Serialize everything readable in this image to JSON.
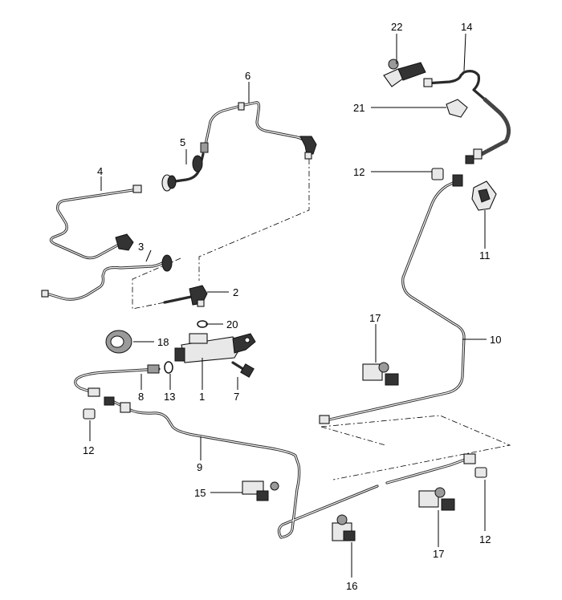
{
  "callouts": [
    {
      "id": "c1",
      "text": "1"
    },
    {
      "id": "c2",
      "text": "2"
    },
    {
      "id": "c3",
      "text": "3"
    },
    {
      "id": "c4",
      "text": "4"
    },
    {
      "id": "c5",
      "text": "5"
    },
    {
      "id": "c6",
      "text": "6"
    },
    {
      "id": "c7",
      "text": "7"
    },
    {
      "id": "c8",
      "text": "8"
    },
    {
      "id": "c9",
      "text": "9"
    },
    {
      "id": "c10",
      "text": "10"
    },
    {
      "id": "c11",
      "text": "11"
    },
    {
      "id": "c12a",
      "text": "12"
    },
    {
      "id": "c12b",
      "text": "12"
    },
    {
      "id": "c12c",
      "text": "12"
    },
    {
      "id": "c13",
      "text": "13"
    },
    {
      "id": "c14",
      "text": "14"
    },
    {
      "id": "c15",
      "text": "15"
    },
    {
      "id": "c16",
      "text": "16"
    },
    {
      "id": "c17a",
      "text": "17"
    },
    {
      "id": "c17b",
      "text": "17"
    },
    {
      "id": "c18",
      "text": "18"
    },
    {
      "id": "c20",
      "text": "20"
    },
    {
      "id": "c21",
      "text": "21"
    },
    {
      "id": "c22",
      "text": "22"
    }
  ]
}
